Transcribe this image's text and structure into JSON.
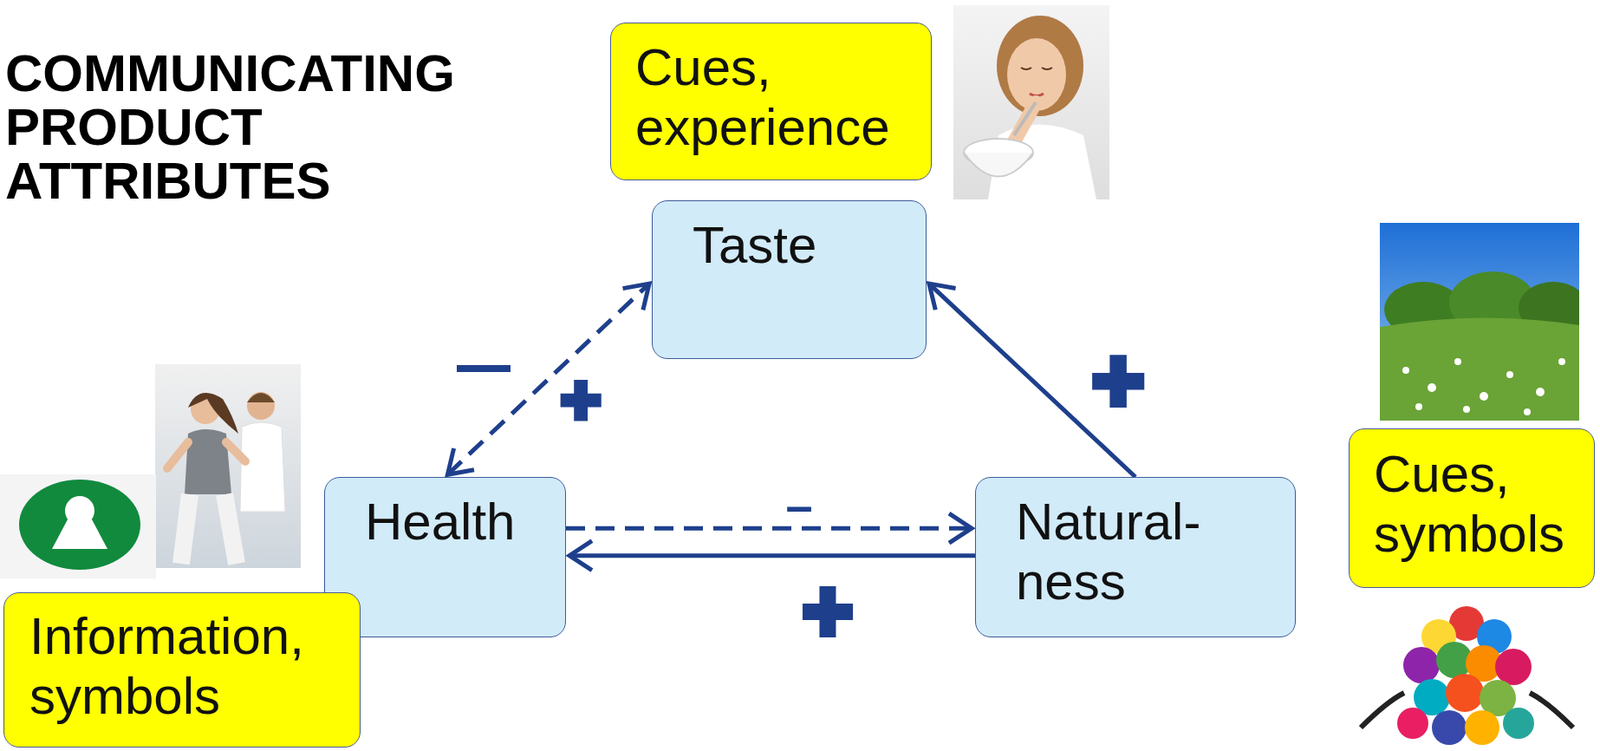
{
  "diagram": {
    "title": "COMMUNICATING PRODUCT ATTRIBUTES",
    "nodes": [
      {
        "text": [
          "Cues, experience"
        ]
      },
      {
        "text": [
          "Taste"
        ]
      },
      {
        "text": [
          "Cues, symbols"
        ]
      },
      {
        "text": [
          "Health"
        ]
      },
      {
        "text": [
          "Natural- ness"
        ]
      },
      {
        "text": [
          "Information, symbols"
        ]
      }
    ],
    "edges": [
      {
        "from": 3,
        "to": 1,
        "arrow": "both"
      },
      {
        "from": 4,
        "to": 1,
        "arrow": "to"
      },
      {
        "from": 3,
        "to": 4,
        "arrow": "to",
        "label": "–"
      },
      {
        "from": 4,
        "to": 3,
        "arrow": "to"
      }
    ],
    "labels": [
      "—",
      "+",
      "+",
      "+"
    ]
  }
}
